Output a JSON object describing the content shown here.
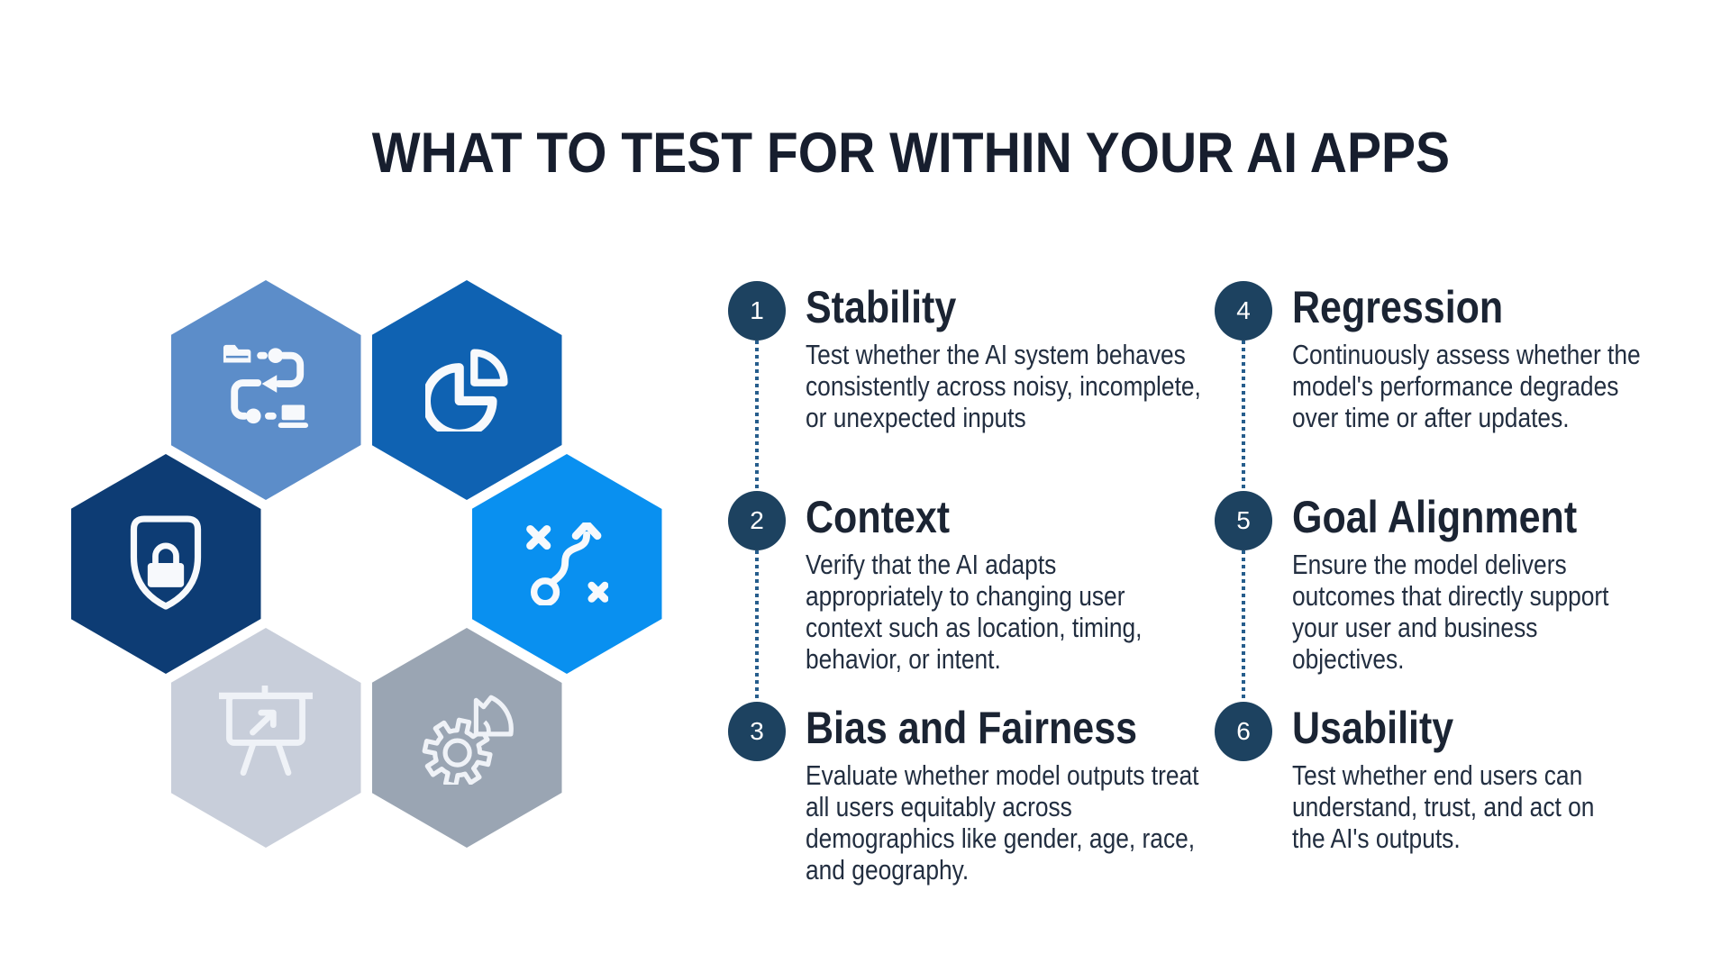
{
  "title": "WHAT TO TEST FOR WITHIN YOUR AI APPS",
  "colors": {
    "ink": "#171E2E",
    "heading": "#1B2433",
    "body": "#222E40",
    "circle": "#1D4260",
    "dot": "#265D8C"
  },
  "hexagons": [
    {
      "icon": "data-flow-icon",
      "color": "#5C8DC9"
    },
    {
      "icon": "pie-chart-icon",
      "color": "#0F62B2"
    },
    {
      "icon": "shield-lock-icon",
      "color": "#0D3C74"
    },
    {
      "icon": "strategy-icon",
      "color": "#0990F0"
    },
    {
      "icon": "presentation-icon",
      "color": "#C8CEDA"
    },
    {
      "icon": "gear-analytics-icon",
      "color": "#9AA5B3"
    }
  ],
  "items": [
    {
      "number": "1",
      "title": "Stability",
      "description": "Test whether the AI system behaves\nconsistently across noisy, incomplete,\nor unexpected inputs"
    },
    {
      "number": "2",
      "title": "Context",
      "description": "Verify that the AI adapts\nappropriately to changing user\ncontext such as location, timing,\nbehavior, or intent."
    },
    {
      "number": "3",
      "title": "Bias and Fairness",
      "description": "Evaluate whether model outputs treat\nall users equitably across\ndemographics like gender, age, race,\nand geography."
    },
    {
      "number": "4",
      "title": "Regression",
      "description": "Continuously assess whether the\nmodel's performance degrades\nover time or after updates."
    },
    {
      "number": "5",
      "title": "Goal Alignment",
      "description": "Ensure the model delivers\noutcomes that directly support\nyour user and business\nobjectives."
    },
    {
      "number": "6",
      "title": "Usability",
      "description": "Test whether end users can\nunderstand, trust, and act on\nthe AI's outputs."
    }
  ]
}
